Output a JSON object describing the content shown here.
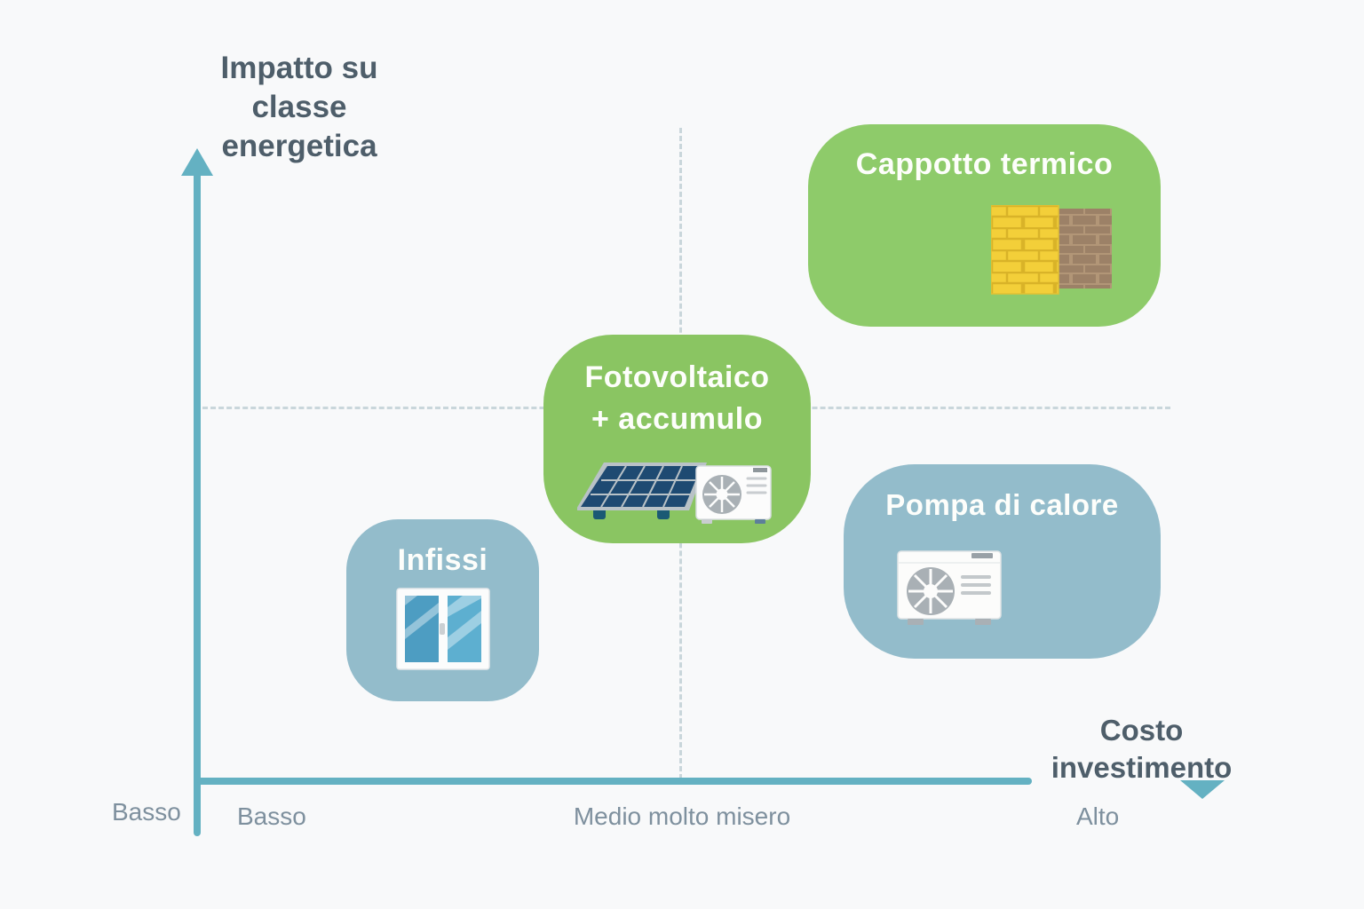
{
  "page": {
    "background": "#f8f9fa",
    "axis_color": "#64b1c2",
    "gridline_color": "#c9d6db"
  },
  "axes": {
    "y": {
      "title": "Impatto su\nclasse\nenergetica",
      "tick_basso": "Basso",
      "color": "#64b1c2"
    },
    "x": {
      "title": "Costo\ninvestimento",
      "ticks": [
        "Basso",
        "Medio molto misero",
        "Alto"
      ],
      "color": "#64b1c2"
    }
  },
  "items": [
    {
      "label": "Cappotto termico",
      "icon": "insulated-wall-icon",
      "fill": "#8ecb6a"
    },
    {
      "label": "Fotovoltaico\n+ accumulo",
      "icon": "solar-panel-storage-icon",
      "fill": "#8ac562"
    },
    {
      "label": "Pompa di calore",
      "icon": "heat-pump-icon",
      "fill": "#93bccb"
    },
    {
      "label": "Infissi",
      "icon": "window-icon",
      "fill": "#93bccb"
    }
  ],
  "chart_data": {
    "type": "scatter",
    "title": "",
    "xlabel": "Costo investimento",
    "ylabel": "Impatto su classe energetica",
    "x_tick_labels": [
      "Basso",
      "Medio molto misero",
      "Alto"
    ],
    "y_tick_labels": [
      "Basso"
    ],
    "x_range": [
      0,
      1
    ],
    "y_range": [
      0,
      1
    ],
    "grid": "dashed-crosshair",
    "legend": "none",
    "points": [
      {
        "label": "Cappotto termico",
        "x": 0.81,
        "y": 0.85,
        "color": "#8ecb6a"
      },
      {
        "label": "Fotovoltaico + accumulo",
        "x": 0.49,
        "y": 0.53,
        "color": "#8ac562"
      },
      {
        "label": "Pompa di calore",
        "x": 0.83,
        "y": 0.34,
        "color": "#93bccb"
      },
      {
        "label": "Infissi",
        "x": 0.25,
        "y": 0.26,
        "color": "#93bccb"
      }
    ]
  }
}
